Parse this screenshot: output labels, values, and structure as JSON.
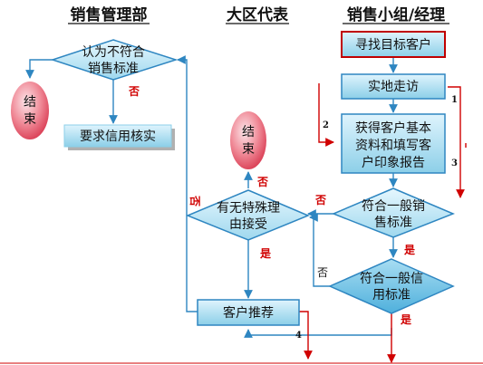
{
  "columns": {
    "sales_mgmt": "销售管理部",
    "regional_rep": "大区代表",
    "sales_team": "销售小组/经理"
  },
  "nodes": {
    "find_customer": "寻找目标客户",
    "site_visit": "实地走访",
    "info_line1": "获得客户基本",
    "info_line2": "资料和填写客",
    "info_line3": "户印象报告",
    "std_line1": "符合一般销",
    "std_line2": "售标准",
    "credit_line1": "符合一般信",
    "credit_line2": "用标准",
    "special_line1": "有无特殊理",
    "special_line2": "由接受",
    "recommend": "客户推荐",
    "mgmt_line1": "认为不符合",
    "mgmt_line2": "销售标准",
    "credit_check": "要求信用核实",
    "end_left_1": "结",
    "end_left_2": "束",
    "end_mid_1": "结",
    "end_mid_2": "束"
  },
  "labels": {
    "no_std": "否",
    "no_credit": "否",
    "no_special_end": "否",
    "no_special_left": "否",
    "no_mgmt": "否",
    "yes_std": "是",
    "yes_credit": "是",
    "yes_special": "是"
  },
  "numbers": {
    "n1": "1",
    "n2": "2",
    "n3": "3",
    "n4": "4"
  },
  "colors": {
    "node_fill_top": "#cfeefc",
    "node_fill_bottom": "#8ccfe8",
    "node_stroke": "#2e86c1",
    "connector": "#2e86c1",
    "red_arrow": "#d00000",
    "terminator": "#e8586a",
    "highlight_border": "#c00000"
  }
}
